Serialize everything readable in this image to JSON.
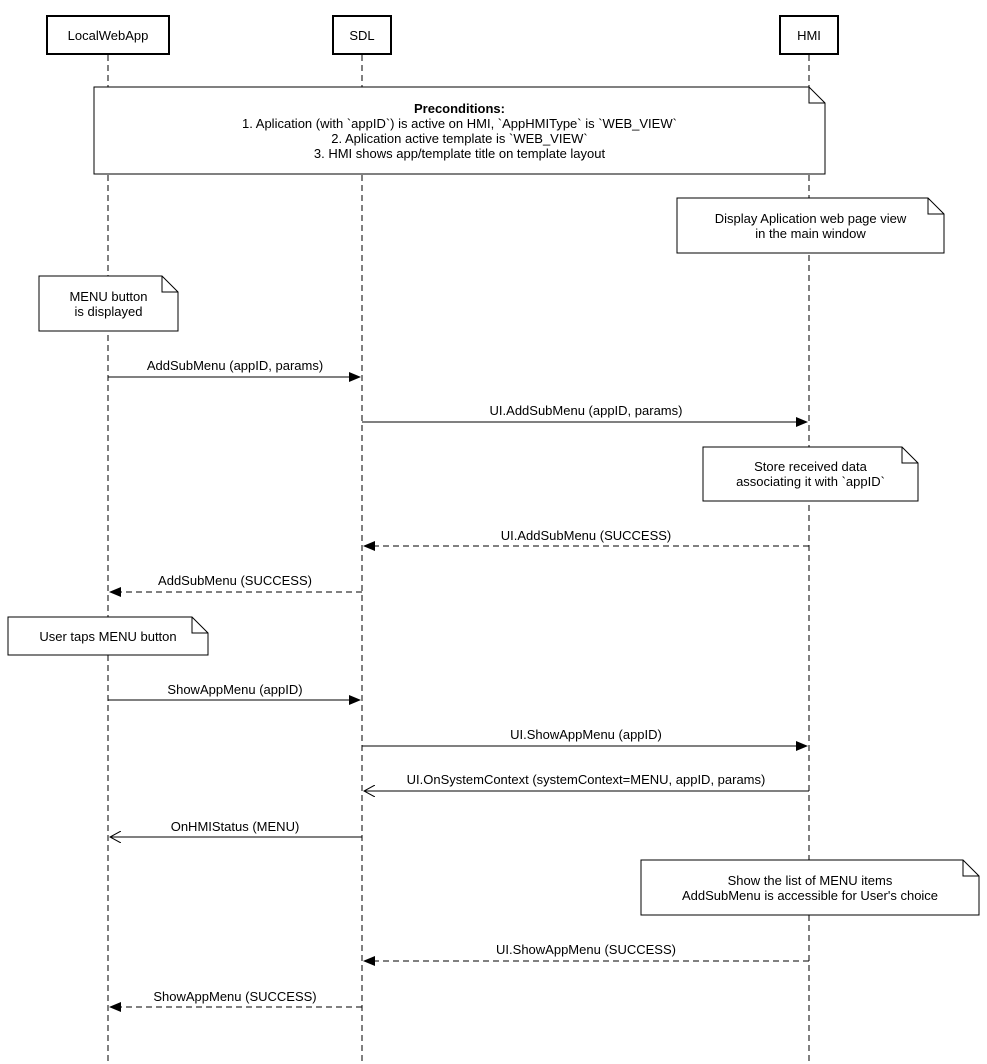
{
  "participants": {
    "localwebapp": "LocalWebApp",
    "sdl": "SDL",
    "hmi": "HMI"
  },
  "notes": {
    "preconditions": {
      "title": "Preconditions:",
      "line1": "1. Aplication (with `appID`) is active on HMI, `AppHMIType` is `WEB_VIEW`",
      "line2": "2. Aplication active template is `WEB_VIEW`",
      "line3": "3. HMI shows app/template title on template layout"
    },
    "display_webview": {
      "line1": "Display Aplication web page view",
      "line2": "in the main window"
    },
    "menu_displayed": {
      "line1": "MENU button",
      "line2": "is displayed"
    },
    "store_data": {
      "line1": "Store received data",
      "line2": "associating it with `appID`"
    },
    "user_taps": {
      "line1": "User taps MENU button"
    },
    "show_list": {
      "line1": "Show the list of MENU items",
      "line2": "AddSubMenu is accessible for User's choice"
    }
  },
  "messages": {
    "addsubmenu_request": "AddSubMenu (appID, params)",
    "ui_addsubmenu_request": "UI.AddSubMenu (appID, params)",
    "ui_addsubmenu_response": "UI.AddSubMenu (SUCCESS)",
    "addsubmenu_response": "AddSubMenu (SUCCESS)",
    "showappmenu_request": "ShowAppMenu (appID)",
    "ui_showappmenu_request": "UI.ShowAppMenu (appID)",
    "ui_onsystemcontext": "UI.OnSystemContext (systemContext=MENU, appID, params)",
    "onhmistatus": "OnHMIStatus (MENU)",
    "ui_showappmenu_response": "UI.ShowAppMenu (SUCCESS)",
    "showappmenu_response": "ShowAppMenu (SUCCESS)"
  }
}
